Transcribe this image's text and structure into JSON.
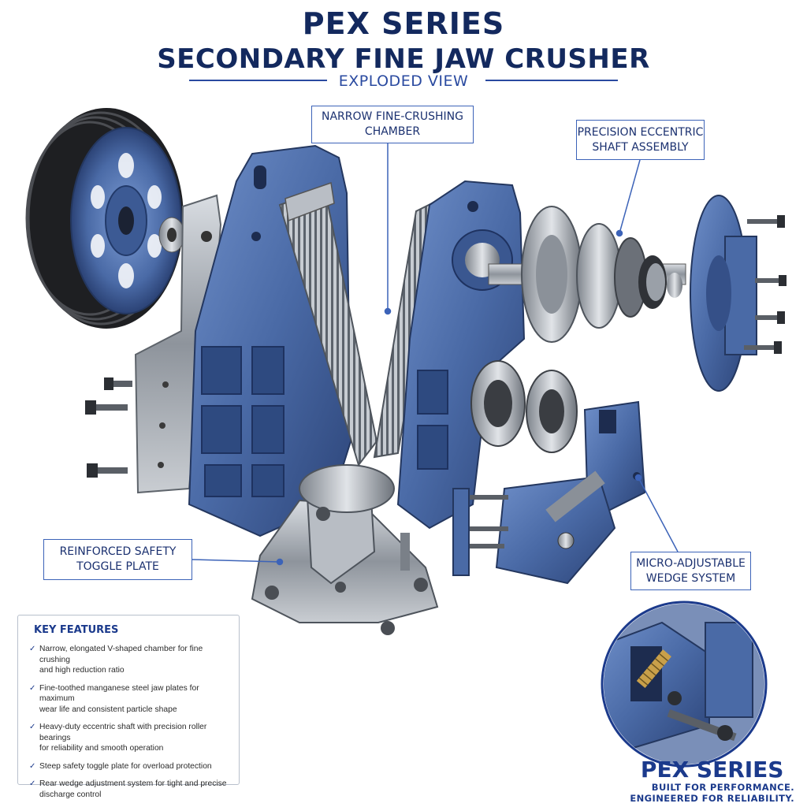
{
  "header": {
    "title_line1": "PEX SERIES",
    "title_line2": "SECONDARY FINE JAW CRUSHER",
    "subtitle": "EXPLODED VIEW"
  },
  "callouts": {
    "chamber": [
      "NARROW FINE-CRUSHING",
      "CHAMBER"
    ],
    "shaft": [
      "PRECISION ECCENTRIC",
      "SHAFT ASSEMBLY"
    ],
    "toggle": [
      "REINFORCED SAFETY",
      "TOGGLE PLATE"
    ],
    "wedge": [
      "MICRO-ADJUSTABLE",
      "WEDGE SYSTEM"
    ]
  },
  "features": {
    "heading": "KEY FEATURES",
    "items": [
      [
        "Narrow, elongated V-shaped chamber for fine crushing",
        "and high reduction ratio"
      ],
      [
        "Fine-toothed manganese steel jaw plates for maximum",
        "wear life and consistent particle shape"
      ],
      [
        "Heavy-duty eccentric shaft with precision roller bearings",
        "for reliability and smooth operation"
      ],
      [
        "Steep safety toggle plate for overload protection",
        ""
      ],
      [
        "Rear wedge adjustment system for tight and precise",
        "discharge control"
      ]
    ]
  },
  "brand": {
    "name": "PEX SERIES",
    "tagline1": "BUILT FOR PERFORMANCE.",
    "tagline2": "ENGINEERED FOR RELIABILITY."
  },
  "colors": {
    "frame_blue": "#4a6aa6",
    "frame_dark": "#2e4a80",
    "steel": "#a7adb5",
    "accent": "#1b3a8c"
  }
}
